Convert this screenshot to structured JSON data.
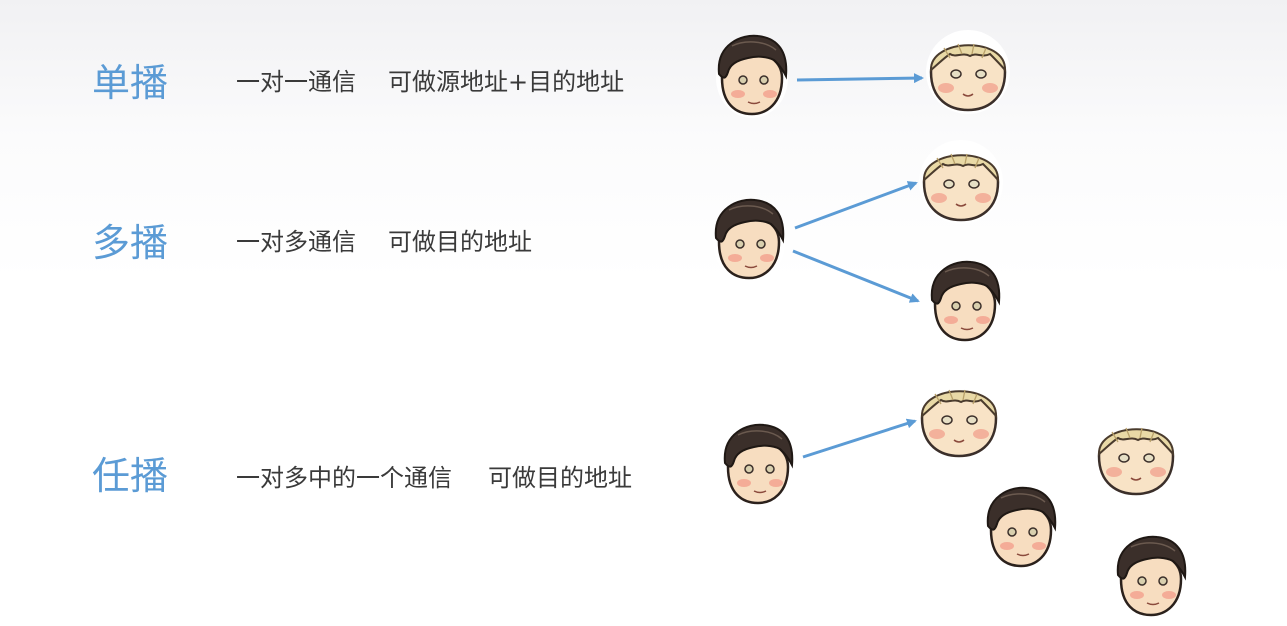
{
  "rows": {
    "unicast": {
      "term": "单播",
      "comm": "一对一通信",
      "addr": "可做源地址+目的地址"
    },
    "multicast": {
      "term": "多播",
      "comm": "一对多通信",
      "addr": "可做目的地址"
    },
    "anycast": {
      "term": "任播",
      "comm": "一对多中的一个通信",
      "addr": "可做目的地址"
    }
  },
  "colors": {
    "term": "#5b9bd5",
    "arrow": "#5b9bd5",
    "text": "#3a3a3a",
    "dark_hair": "#3b2f2a",
    "blond_hair": "#e9d9a6",
    "skin": "#f7ddc0",
    "blush": "#f2a08c"
  },
  "icons": {
    "sender": "dark-haired-face-icon",
    "receiver_blond": "blond-face-icon",
    "receiver_dark": "dark-haired-face-icon"
  }
}
